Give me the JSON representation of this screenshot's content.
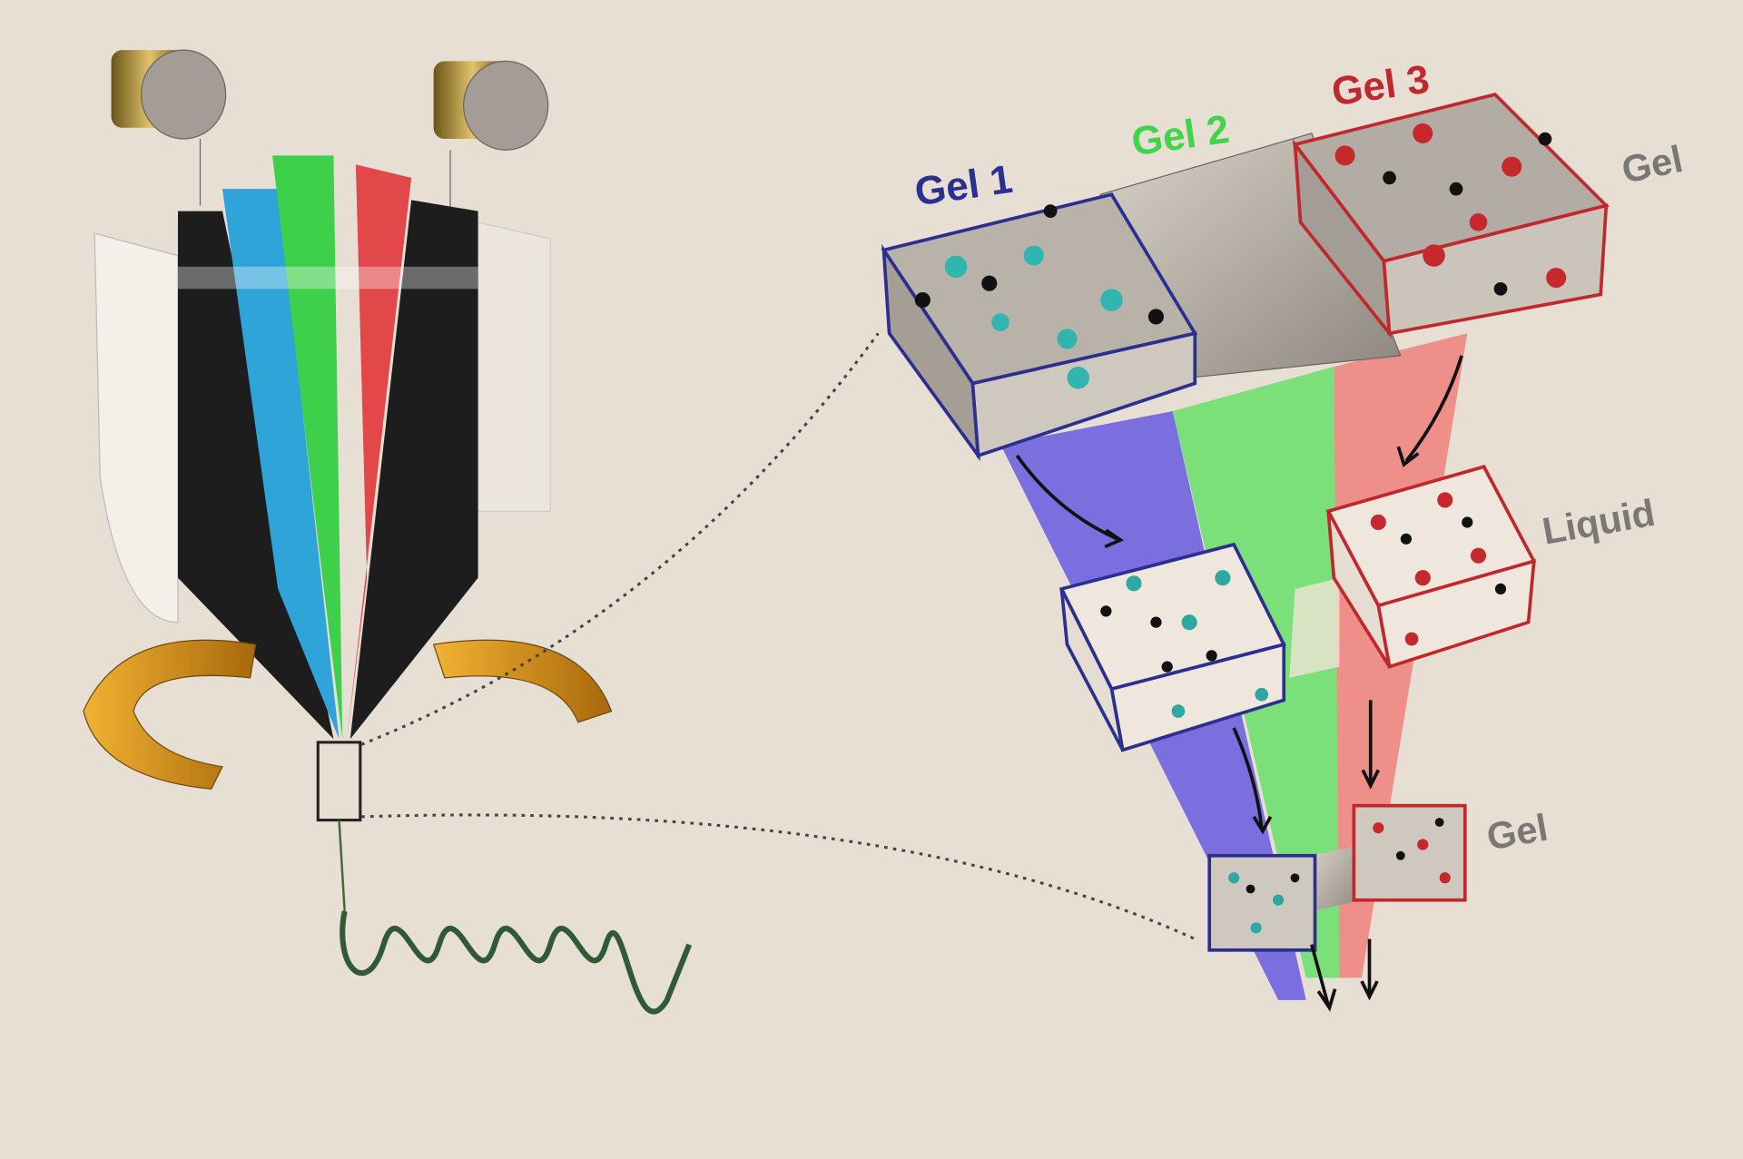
{
  "labels": {
    "gel1": "Gel 1",
    "gel2": "Gel 2",
    "gel3": "Gel 3",
    "state_top": "Gel",
    "state_mid": "Liquid",
    "state_bottom": "Gel"
  },
  "colors": {
    "background": "#e7ded4",
    "gel1": "#2b2f8f",
    "gel2": "#3fd44a",
    "gel3": "#c0282d",
    "state_text": "#7a7774",
    "ring": "#e8a322",
    "blue_stream": "#7b6fe0",
    "green_stream": "#7be07a",
    "red_stream": "#ef8f8a"
  }
}
